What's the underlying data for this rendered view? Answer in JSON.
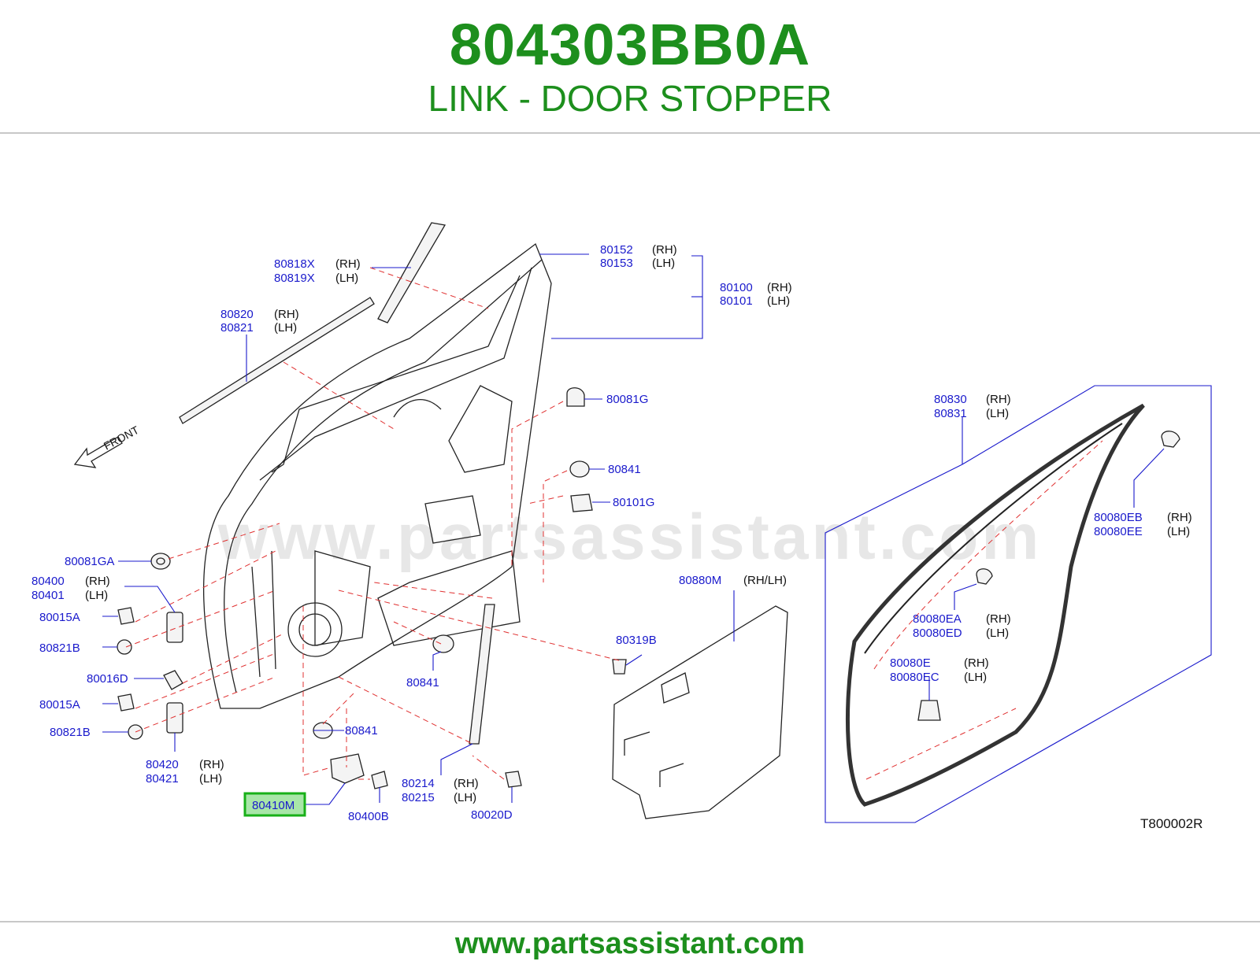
{
  "header": {
    "part_number": "804303BB0A",
    "part_name": "LINK - DOOR STOPPER"
  },
  "footer": {
    "url": "www.partsassistant.com"
  },
  "watermark": "www.partsassistant.com",
  "diagram": {
    "reference": "T800002R",
    "front_label": "FRONT",
    "highlight_color": "#18b018",
    "callouts": [
      {
        "codes": [
          "80818X",
          "80819X"
        ],
        "sides": [
          "(RH)",
          "(LH)"
        ]
      },
      {
        "codes": [
          "80152",
          "80153"
        ],
        "sides": [
          "(RH)",
          "(LH)"
        ]
      },
      {
        "codes": [
          "80100",
          "80101"
        ],
        "sides": [
          "(RH)",
          "(LH)"
        ]
      },
      {
        "codes": [
          "80820",
          "80821"
        ],
        "sides": [
          "(RH)",
          "(LH)"
        ]
      },
      {
        "codes": [
          "80081G"
        ]
      },
      {
        "codes": [
          "80841"
        ]
      },
      {
        "codes": [
          "80101G"
        ]
      },
      {
        "codes": [
          "80081GA"
        ]
      },
      {
        "codes": [
          "80400",
          "80401"
        ],
        "sides": [
          "(RH)",
          "(LH)"
        ]
      },
      {
        "codes": [
          "80015A"
        ]
      },
      {
        "codes": [
          "80821B"
        ]
      },
      {
        "codes": [
          "80016D"
        ]
      },
      {
        "codes": [
          "80015A"
        ]
      },
      {
        "codes": [
          "80821B"
        ]
      },
      {
        "codes": [
          "80420",
          "80421"
        ],
        "sides": [
          "(RH)",
          "(LH)"
        ]
      },
      {
        "codes": [
          "80841"
        ]
      },
      {
        "codes": [
          "80410M"
        ],
        "highlighted": true
      },
      {
        "codes": [
          "80400B"
        ]
      },
      {
        "codes": [
          "80841"
        ]
      },
      {
        "codes": [
          "80214",
          "80215"
        ],
        "sides": [
          "(RH)",
          "(LH)"
        ]
      },
      {
        "codes": [
          "80020D"
        ]
      },
      {
        "codes": [
          "80319B"
        ]
      },
      {
        "codes": [
          "80880M"
        ],
        "sides": [
          "(RH/LH)"
        ]
      },
      {
        "codes": [
          "80830",
          "80831"
        ],
        "sides": [
          "(RH)",
          "(LH)"
        ]
      },
      {
        "codes": [
          "80080EB",
          "80080EE"
        ],
        "sides": [
          "(RH)",
          "(LH)"
        ]
      },
      {
        "codes": [
          "80080EA",
          "80080ED"
        ],
        "sides": [
          "(RH)",
          "(LH)"
        ]
      },
      {
        "codes": [
          "80080E",
          "80080EC"
        ],
        "sides": [
          "(RH)",
          "(LH)"
        ]
      }
    ]
  }
}
